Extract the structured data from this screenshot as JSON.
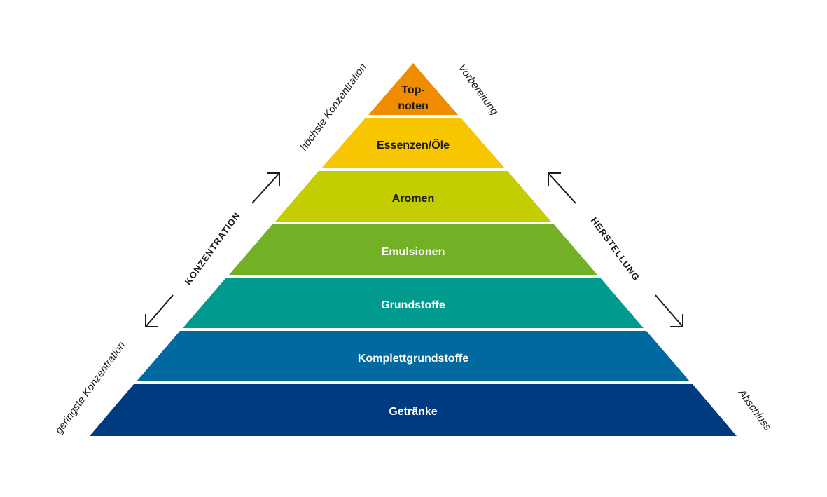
{
  "layers": [
    {
      "label_line1": "Top-",
      "label_line2": "noten",
      "color": "#ef8c00",
      "text_color": "#1a1a1a"
    },
    {
      "label": "Essenzen/Öle",
      "color": "#f7c600",
      "text_color": "#1a1a1a"
    },
    {
      "label": "Aromen",
      "color": "#c3cd00",
      "text_color": "#1a1a1a"
    },
    {
      "label": "Emulsionen",
      "color": "#72b026",
      "text_color": "#ffffff"
    },
    {
      "label": "Grundstoffe",
      "color": "#009a8e",
      "text_color": "#ffffff"
    },
    {
      "label": "Komplettgrundstoffe",
      "color": "#00699f",
      "text_color": "#ffffff"
    },
    {
      "label": "Getränke",
      "color": "#003a80",
      "text_color": "#ffffff"
    }
  ],
  "left_axis": {
    "title": "KONZENTRATION",
    "top_label": "höchste Konzentration",
    "bottom_label": "geringste Konzentration"
  },
  "right_axis": {
    "title": "HERSTELLUNG",
    "top_label": "Vorbereitung",
    "bottom_label": "Abschluss"
  }
}
